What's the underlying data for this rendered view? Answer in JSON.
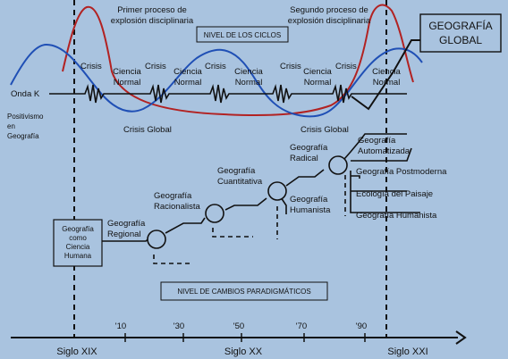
{
  "colors": {
    "background": "#a9c3df",
    "red_curve": "#b22222",
    "blue_curve": "#1f4fb5",
    "ink": "#111111"
  },
  "top": {
    "first_explosion": [
      "Primer proceso de",
      "explosión disciplinaria"
    ],
    "second_explosion": [
      "Segundo proceso de",
      "explosión disciplinaria"
    ],
    "cycles_level": "NIVEL DE LOS CICLOS",
    "global_box": [
      "GEOGRAFÍA",
      "GLOBAL"
    ]
  },
  "cycle_labels": {
    "crisis": "Crisis",
    "normal_science": [
      "Ciencia",
      "Normal"
    ],
    "onda_k": "Onda K",
    "global_crisis": "Crisis Global",
    "positivism": [
      "Positivismo",
      "en",
      "Geografía"
    ]
  },
  "paradigms": {
    "human_box": [
      "Geografía",
      "como",
      "Ciencia",
      "Humana"
    ],
    "regional": [
      "Geografía",
      "Regional"
    ],
    "rationalist": [
      "Geografía",
      "Racionalista"
    ],
    "quantitative": [
      "Geografía",
      "Cuantitativa"
    ],
    "radical": [
      "Geografía",
      "Radical"
    ],
    "humanist_1": [
      "Geografía",
      "Humanista"
    ],
    "automated": [
      "Geografía",
      "Automatizada"
    ],
    "postmodern": "Geografía Postmoderna",
    "landscape": "Ecología del Paisaje",
    "humanist_2": "Geografía Humanista",
    "level_label": "NIVEL DE CAMBIOS PARADIGMÁTICOS"
  },
  "axis": {
    "decades": [
      "'10",
      "'30",
      "'50",
      "'70",
      "'90"
    ],
    "centuries": [
      "Siglo XIX",
      "Siglo XX",
      "Siglo XXI"
    ]
  }
}
